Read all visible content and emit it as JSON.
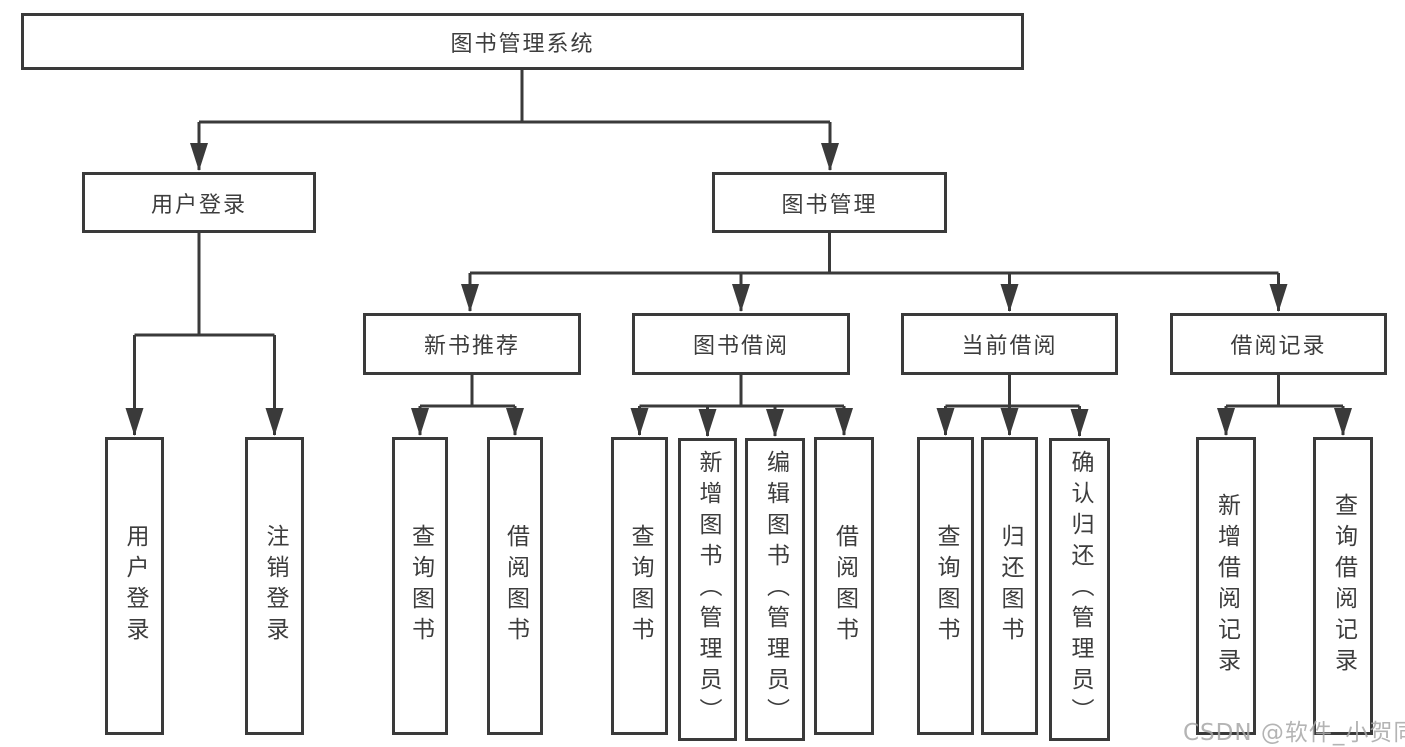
{
  "diagram": {
    "root": {
      "label": "图书管理系统"
    },
    "branches": [
      {
        "label": "用户登录",
        "children": [
          {
            "label": "用户登录"
          },
          {
            "label": "注销登录"
          }
        ]
      },
      {
        "label": "图书管理",
        "children": [
          {
            "label": "新书推荐",
            "children": [
              {
                "label": "查询图书"
              },
              {
                "label": "借阅图书"
              }
            ]
          },
          {
            "label": "图书借阅",
            "children": [
              {
                "label": "查询图书"
              },
              {
                "label": "新增图书（管理员）"
              },
              {
                "label": "编辑图书（管理员）"
              },
              {
                "label": "借阅图书"
              }
            ]
          },
          {
            "label": "当前借阅",
            "children": [
              {
                "label": "查询图书"
              },
              {
                "label": "归还图书"
              },
              {
                "label": "确认归还（管理员）"
              }
            ]
          },
          {
            "label": "借阅记录",
            "children": [
              {
                "label": "新增借阅记录"
              },
              {
                "label": "查询借阅记录"
              }
            ]
          }
        ]
      }
    ],
    "watermark": "CSDN @软件_小贺同学",
    "colors": {
      "line": "#3a3a3a",
      "text": "#3d3d3d",
      "watermark": "#a8a8a8",
      "background": "#ffffff"
    }
  }
}
